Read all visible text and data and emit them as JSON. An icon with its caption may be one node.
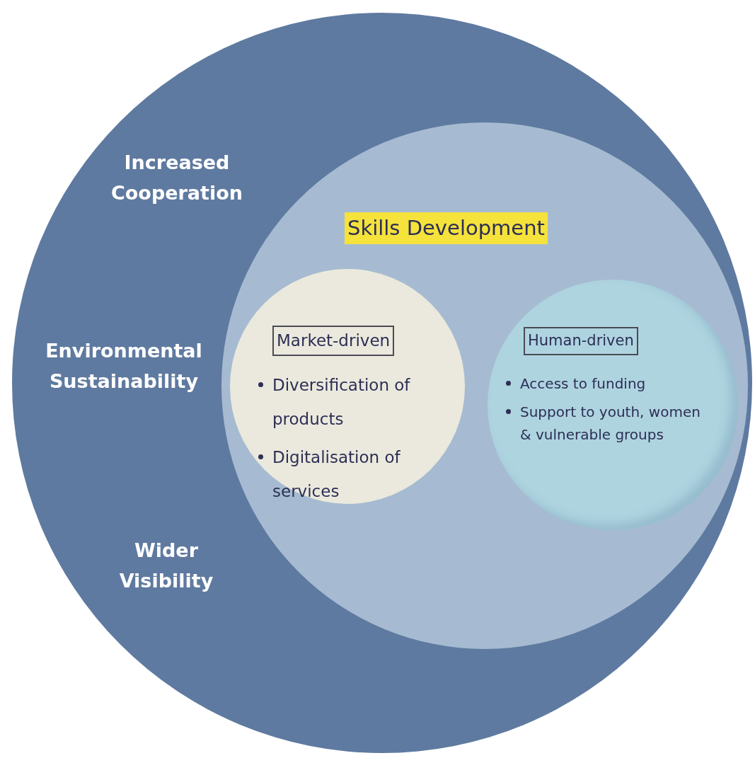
{
  "diagram": {
    "nodes": [
      {
        "text": [
          "Increased Cooperation",
          "Environmental Sustainability",
          "Wider Visibility"
        ]
      },
      {
        "text": [
          "Skills Development"
        ],
        "in": 0
      },
      {
        "text": [
          "Market-driven",
          "Diversification of products",
          "Digitalisation of services"
        ],
        "in": 1
      },
      {
        "text": [
          "Human-driven",
          "Access to funding",
          "Support to youth, women & vulnerable groups"
        ],
        "in": 1
      }
    ]
  }
}
